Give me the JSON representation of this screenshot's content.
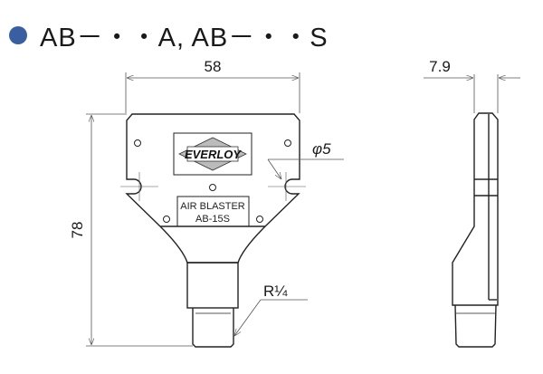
{
  "title": "AB－・・A, AB－・・S",
  "accent_color": "#3a5fa0",
  "dimensions": {
    "width": "58",
    "height": "78",
    "thickness": "7.9",
    "hole": "φ5",
    "thread": "R¼"
  },
  "nameplate": {
    "brand": "EVERLOY",
    "line1": "AIR BLASTER",
    "line2": "AB-15S"
  }
}
